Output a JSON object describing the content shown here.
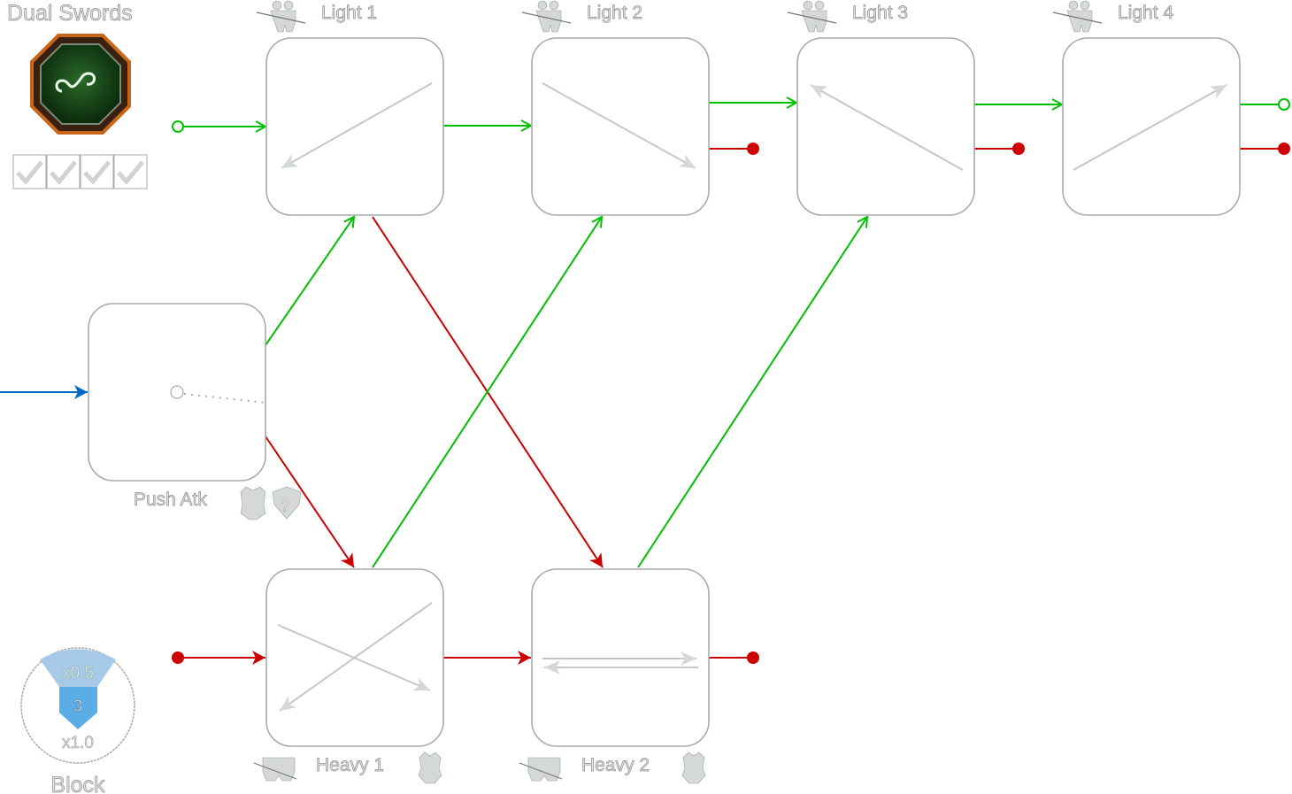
{
  "weapon": {
    "title": "Dual Swords",
    "emblem_icon": "swirl-emblem-icon",
    "checks": 4
  },
  "nodes": {
    "light1": {
      "label": "Light 1"
    },
    "light2": {
      "label": "Light 2"
    },
    "light3": {
      "label": "Light 3"
    },
    "light4": {
      "label": "Light 4"
    },
    "push": {
      "label": "Push Atk"
    },
    "heavy1": {
      "label": "Heavy 1"
    },
    "heavy2": {
      "label": "Heavy 2"
    }
  },
  "block": {
    "label": "Block",
    "top_multiplier": "x0.5",
    "value": "3",
    "bottom_multiplier": "x1.0"
  },
  "colors": {
    "light_chain": "#00c000",
    "heavy_chain": "#cc0000",
    "entry": "#0066cc",
    "node_border": "#a9abab"
  }
}
